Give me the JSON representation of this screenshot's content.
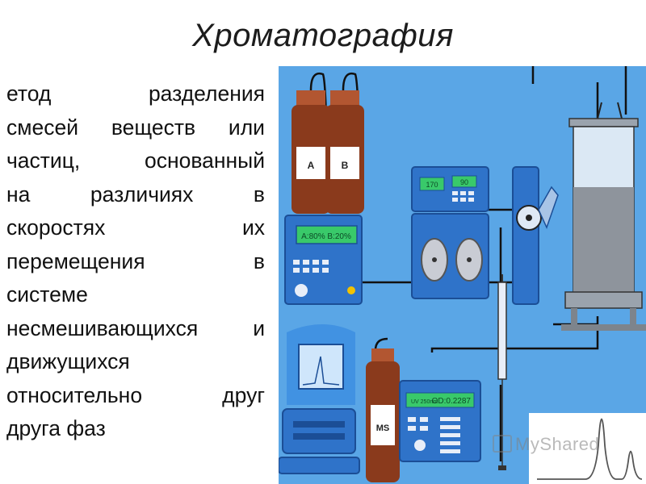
{
  "slide": {
    "title": "Хроматография",
    "body_lines": [
      "етод разделения",
      "смесей веществ или",
      "частиц, основанный",
      "на различиях в",
      "скоростях их",
      "перемещения в",
      "системе",
      "несмешивающихся и",
      "движущихся",
      "относительно друг",
      "друга фаз"
    ]
  },
  "diagram": {
    "bottle_a": "A",
    "bottle_b": "B",
    "bottle_ms": "MS",
    "gradient_display": "A:80% B:20%",
    "pump_display_left": "170",
    "pump_display_right": "90",
    "detector_display": "OD:0.2287",
    "detector_small": "UV 250nm",
    "colors": {
      "background": "#5aa6e6",
      "device": "#2f73c9",
      "screen": "#39c96a",
      "bottle": "#8a3a1c",
      "tube": "#111111"
    }
  },
  "watermark": {
    "text": "MyShared"
  }
}
